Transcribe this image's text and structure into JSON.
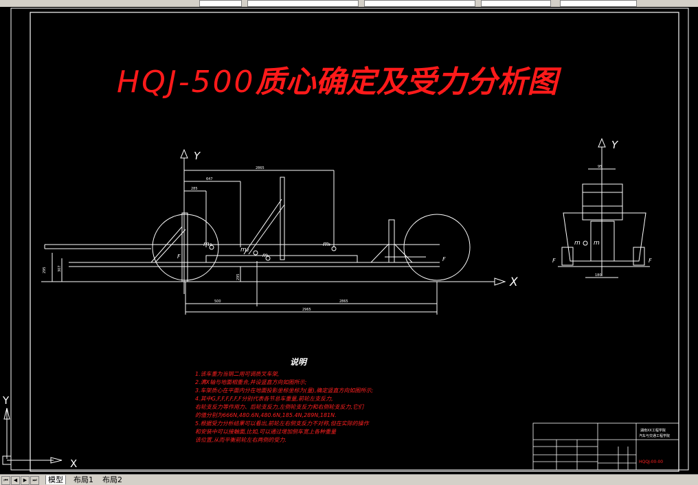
{
  "drawing": {
    "title_latin": "HQJ-500",
    "title_cjk": "质心确定及受力分析图",
    "dims_side": {
      "overall_width": "2865",
      "d1": "647",
      "d2": "285",
      "d3": "500",
      "d4": "2865",
      "d5": "2965",
      "h1": "295",
      "h2": "307",
      "h3": "295"
    },
    "dims_front": {
      "top": "95",
      "bottom": "180"
    },
    "labels": {
      "axis_x": "X",
      "axis_y": "Y",
      "ucs_x": "X",
      "ucs_y": "Y",
      "mass_front": "m₁",
      "mass_center": "m₂",
      "mass_rear": "mₜ",
      "mass_top": "m",
      "force_front": "F",
      "force_rear": "F",
      "force_left": "F",
      "force_right": "F",
      "front_mass": "m",
      "front_mass2": "m"
    }
  },
  "notes": {
    "heading": "说明",
    "items": [
      "1.该车重为当钢二用可调质叉车架,",
      "2.满X轴与地面相重合,并设竖直方向如图所示;",
      "3.车架质心在平面内分在地面投影坐标坐标为(量),确定竖直方向如图所示;",
      "4.其中G,F,F,F,F,F,F分别代表各节总车重量,前轮左支反力,",
      "   右轮支反力等作用力、后轮支反力,左侧轮支反力和右侧轮支反力,它们",
      "   的值分别为666N,480.6N,480.6N,185.4N,289N,181N.",
      "5.根据受力分析结果可以看出,前轮左右侧支反力不对称,但在实际的操作",
      "   和安装中可以接触面,比如,可以通过增加侧车宽上各种重量",
      "   该位置,从而平衡前轮左右两侧的受力."
    ]
  },
  "title_block": {
    "org_line1": "湖南XX工程学院",
    "org_line2": "汽车与交通工程学院",
    "drawing_no": "HQQJ-00-00"
  },
  "tabs": [
    {
      "label": "模型",
      "active": true
    },
    {
      "label": "布局1",
      "active": false
    },
    {
      "label": "布局2",
      "active": false
    }
  ],
  "colors": {
    "background": "#000000",
    "line": "#ffffff",
    "accent_red": "#ff2020"
  }
}
